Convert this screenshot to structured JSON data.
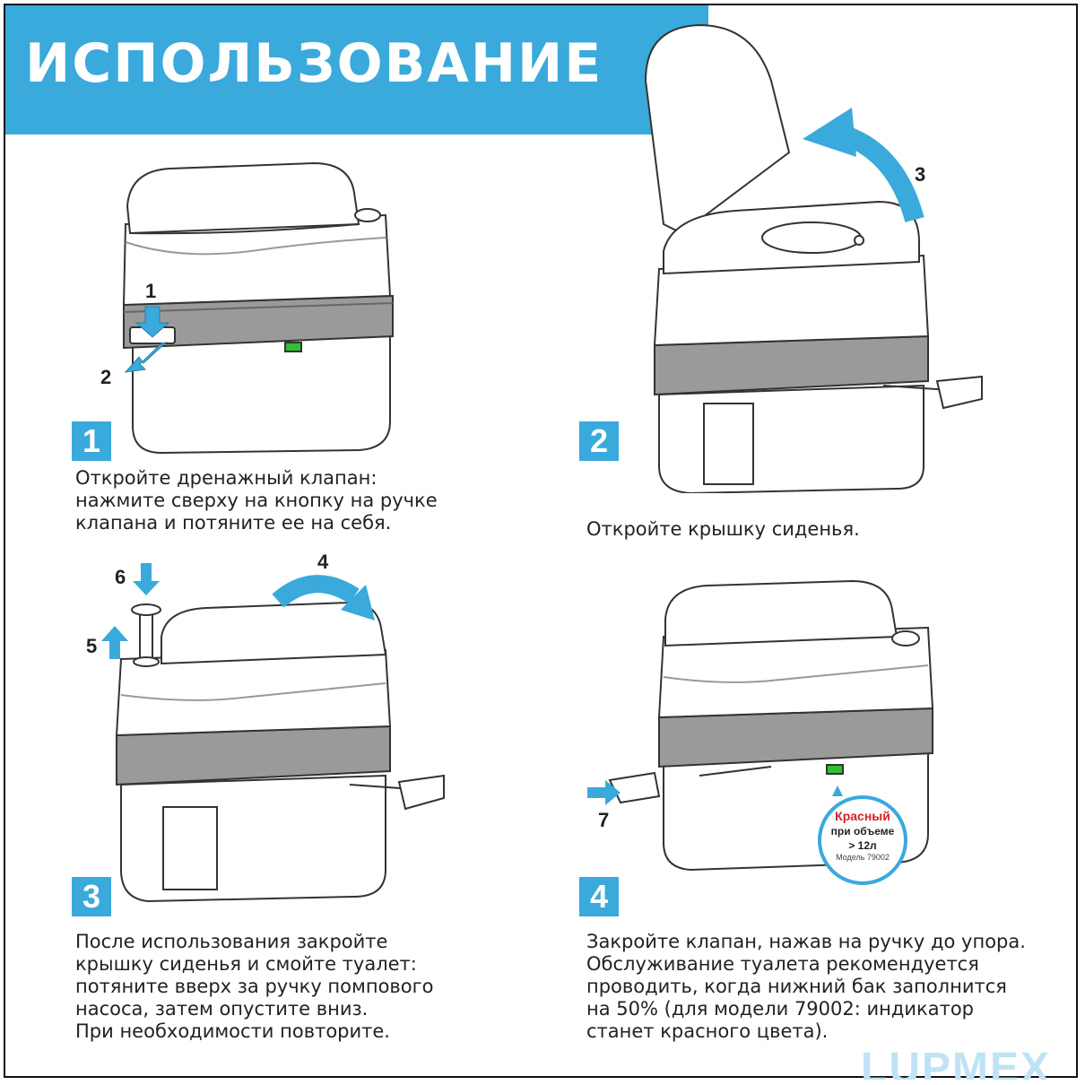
{
  "header": {
    "title": "ИСПОЛЬЗОВАНИЕ"
  },
  "steps": [
    {
      "number": "1",
      "text": "Откройте дренажный клапан:\nнажмите сверху на кнопку на ручке\nклапана и потяните ее на себя.",
      "markers": [
        "1",
        "2"
      ]
    },
    {
      "number": "2",
      "text": "Откройте крышку сиденья.",
      "markers": [
        "3"
      ]
    },
    {
      "number": "3",
      "text": "После использования закройте\nкрышку сиденья и смойте туалет:\nпотяните вверх за ручку помпового\nнасоса, затем опустите вниз.\nПри необходимости повторите.",
      "markers": [
        "4",
        "5",
        "6"
      ]
    },
    {
      "number": "4",
      "text": "Закройте клапан, нажав на ручку до упора.\nОбслуживание туалета рекомендуется\nпроводить, когда нижний бак заполнится\nна 50% (для модели 79002: индикатор\nстанет красного цвета).",
      "markers": [
        "7"
      ]
    }
  ],
  "indicator_badge": {
    "line1": "Красный",
    "line2": "при объеме",
    "line3": "> 12л",
    "line4": "Модель 79002"
  },
  "brand": {
    "text": "LUPMEX"
  },
  "colors": {
    "accent": "#3aa9dc",
    "badge_red": "#d6202a",
    "indicator_green": "#2fbf2f"
  }
}
